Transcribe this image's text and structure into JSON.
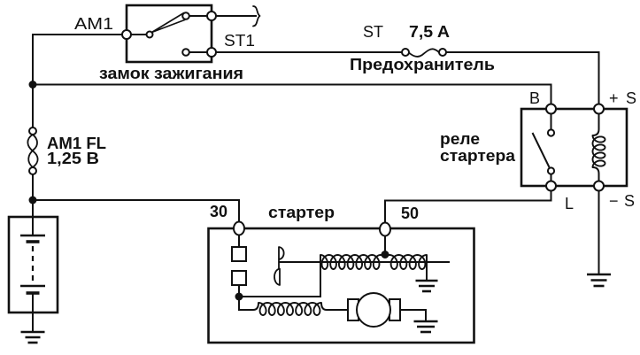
{
  "colors": {
    "ink": "#111111",
    "paper": "#ffffff"
  },
  "ignition_switch": {
    "label": "замок зажигания",
    "terminal_am1": "AM1",
    "terminal_st1": "ST1"
  },
  "st_fuse": {
    "circuit_label": "ST",
    "rating": "7,5 A",
    "label": "Предохранитель"
  },
  "fusible_link": {
    "name": "AM1 FL",
    "rating": "1,25 B"
  },
  "starter_relay": {
    "label_line1": "реле",
    "label_line2": "стартера",
    "terminal_b": "B",
    "terminal_plus_s": "+S",
    "terminal_l": "L",
    "terminal_minus_s": "−S"
  },
  "starter": {
    "label": "стартер",
    "terminal_30": "30",
    "terminal_50": "50"
  }
}
